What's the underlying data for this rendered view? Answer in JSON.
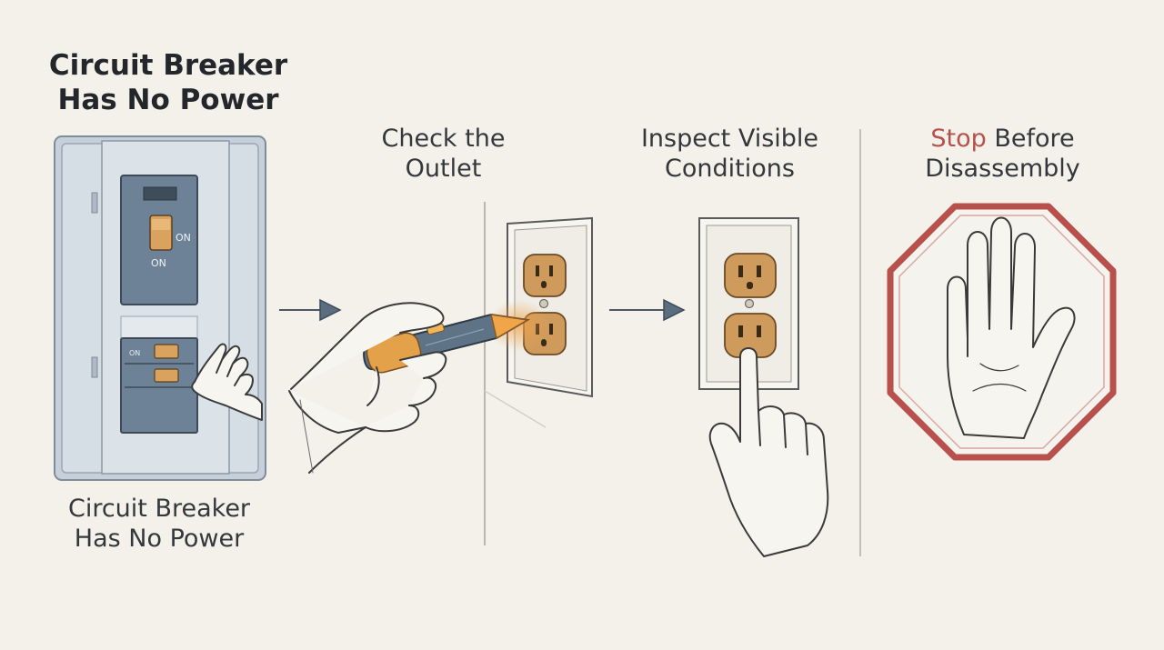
{
  "title": {
    "line1": "Circuit Breaker",
    "line2": "Has No Power"
  },
  "panel": {
    "breaker_on_label": "ON",
    "switch_on_label": "ON",
    "caption_line1": "Circuit Breaker",
    "caption_line2": "Has No Power"
  },
  "steps": [
    {
      "line1": "Check the",
      "line2": "Outlet"
    },
    {
      "line1": "Inspect Visible",
      "line2": "Conditions"
    },
    {
      "highlight": "Stop",
      "line1_rest": " Before",
      "line2": "Disassembly"
    }
  ],
  "icons": {
    "breaker_panel": "breaker-panel-icon",
    "arrow": "arrow-right-icon",
    "tester": "voltage-tester-icon",
    "outlet": "outlet-icon",
    "stop": "stop-hand-icon"
  },
  "colors": {
    "background": "#f3f1ea",
    "panel": "#b7c4d0",
    "breaker_blue": "#5d7489",
    "outlet_tan": "#cf9b5c",
    "tester_orange": "#e8a44a",
    "stop_red": "#b8504c",
    "ink": "#2e3236"
  }
}
